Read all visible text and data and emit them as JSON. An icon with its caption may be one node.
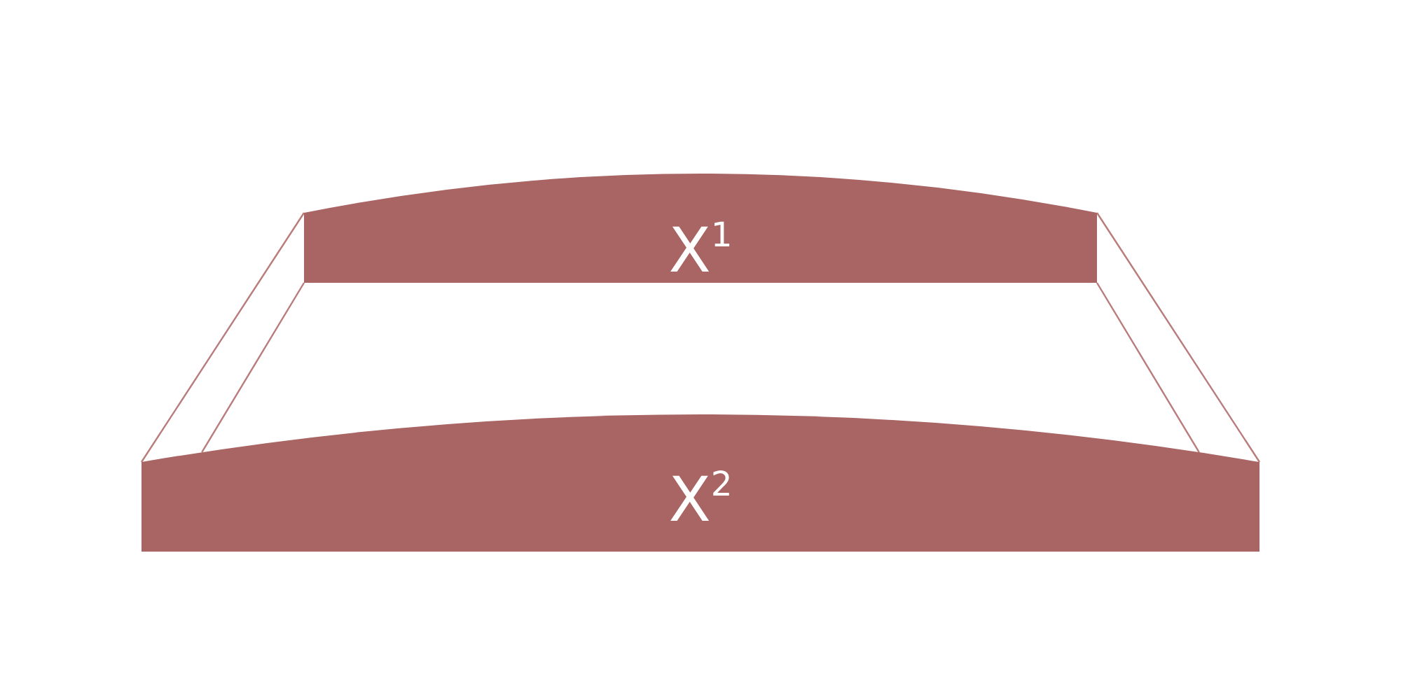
{
  "diagram": {
    "nodes": [
      {
        "text": [
          "X$^{1}$"
        ]
      },
      {
        "text": [
          "X$^{2}$"
        ]
      }
    ],
    "edges": [
      {
        "from": 0,
        "to": 1,
        "arrow": "none"
      },
      {
        "from": 0,
        "to": 1,
        "arrow": "none"
      },
      {
        "from": 0,
        "to": 1,
        "arrow": "none"
      },
      {
        "from": 0,
        "to": 1,
        "arrow": "none"
      }
    ]
  }
}
